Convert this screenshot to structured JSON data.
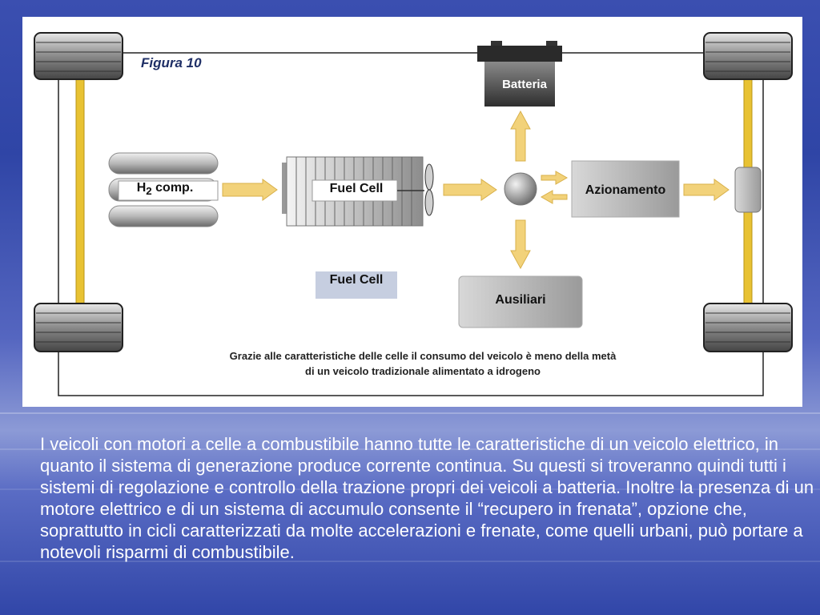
{
  "figure": {
    "label": "Figura 10",
    "components": {
      "battery": "Batteria",
      "h2_tank": "H",
      "h2_tank_sub": "2",
      "h2_tank_suffix": " comp.",
      "fuel_cell": "Fuel Cell",
      "drive": "Azionamento",
      "fuel_cell_legend": "Fuel Cell",
      "auxiliaries": "Ausiliari"
    },
    "caption_line1": "Grazie alle caratteristiche delle celle il consumo del veicolo è meno della metà",
    "caption_line2": "di un veicolo tradizionale alimentato a idrogeno",
    "colors": {
      "shaft": "#e8c233",
      "arrow": "#f2d27a",
      "legend_box": "#c6cee0"
    }
  },
  "body": {
    "paragraph": " I veicoli con motori a celle a combustibile hanno tutte le caratteristiche di un veicolo elettrico, in quanto il sistema di generazione produce corrente continua. Su questi si troveranno quindi tutti i sistemi di regolazione e controllo della trazione propri dei veicoli a batteria. Inoltre la presenza di un motore elettrico e di un sistema di accumulo consente il “recupero in frenata”, opzione che, soprattutto in cicli caratterizzati da molte accelerazioni e frenate, come quelli urbani, può portare a notevoli risparmi di combustibile."
  }
}
